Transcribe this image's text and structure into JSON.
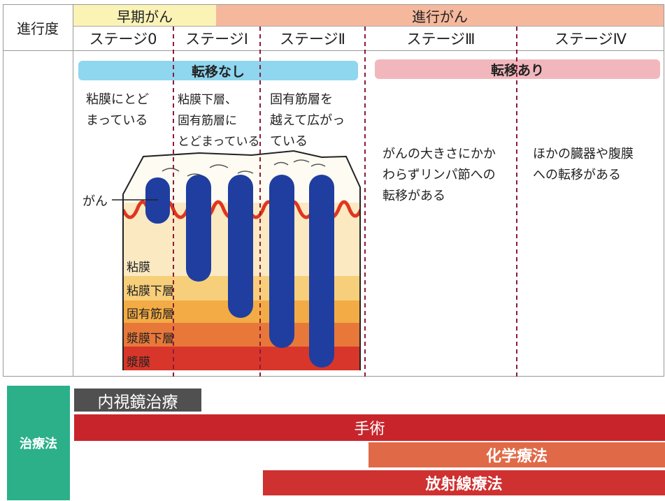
{
  "header": {
    "progress_label": "進行度",
    "early_label": "早期がん",
    "advanced_label": "進行がん",
    "stages": [
      "ステージ0",
      "ステージⅠ",
      "ステージⅡ",
      "ステージⅢ",
      "ステージⅣ"
    ]
  },
  "metastasis": {
    "none_label": "転移なし",
    "present_label": "転移あり"
  },
  "descriptions": {
    "stage0": [
      "粘膜にとど",
      "まっている"
    ],
    "stage1": [
      "粘膜下層、",
      "固有筋層に",
      "とどまっている"
    ],
    "stage2": [
      "固有筋層を",
      "越えて広がっ",
      "ている"
    ],
    "stage3": [
      "がんの大きさにかか",
      "わらずリンパ節への",
      "転移がある"
    ],
    "stage4": [
      "ほかの臓器や腹膜",
      "への転移がある"
    ]
  },
  "diagram": {
    "cancer_label": "がん",
    "layers": [
      "粘膜",
      "粘膜下層",
      "固有筋層",
      "漿膜下層",
      "漿膜"
    ]
  },
  "treatment": {
    "label": "治療法",
    "endoscopic": "内視鏡治療",
    "surgery": "手術",
    "chemo": "化学療法",
    "radiation": "放射線療法"
  },
  "colors": {
    "early_bg": "#fbf3b6",
    "advanced_bg": "#f6b89c",
    "no_meta": "#8fd6ef",
    "meta": "#f2b7bd",
    "treatment_label_bg": "#2bb08a",
    "endoscopic_bar": "#505050",
    "surgery_bar": "#c7252b",
    "chemo_bar": "#e06a48",
    "radiation_bar": "#cf3030",
    "tumor": "#1f3ea0",
    "mucosa_line": "#e0361e",
    "divider": "#8b1b3a"
  }
}
